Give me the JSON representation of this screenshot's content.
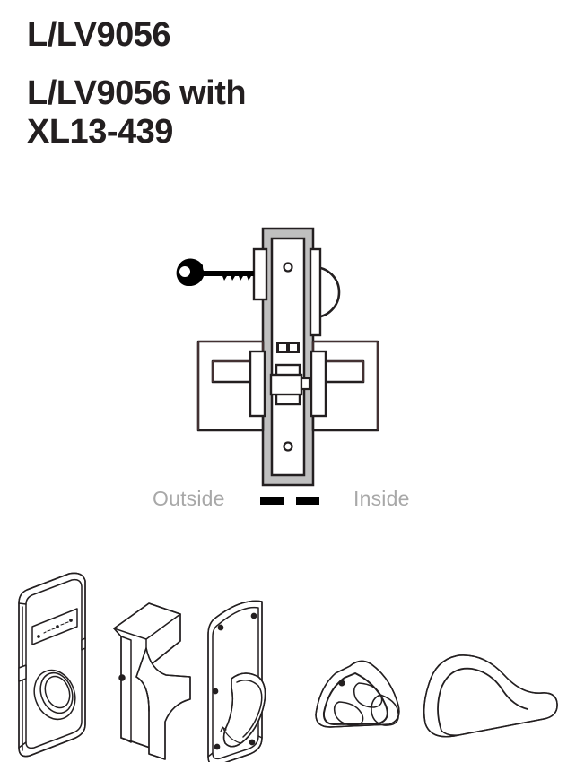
{
  "headings": {
    "primary": "L/LV9056",
    "secondary": "L/LV9056 with\nXL13-439"
  },
  "diagram": {
    "name": "mortise-lock-cross-section",
    "legend": {
      "outside_label": "Outside",
      "inside_label": "Inside",
      "door_edge_dashes": 2
    },
    "components": [
      {
        "name": "key",
        "side": "outside"
      },
      {
        "name": "cylinder",
        "side": "outside"
      },
      {
        "name": "outside-lever",
        "side": "outside"
      },
      {
        "name": "door-edge",
        "side": "center"
      },
      {
        "name": "faceplate",
        "side": "center"
      },
      {
        "name": "deadbolt",
        "side": "center"
      },
      {
        "name": "latch-bolt",
        "side": "center"
      },
      {
        "name": "thumbturn",
        "side": "inside"
      },
      {
        "name": "inside-lever",
        "side": "inside"
      }
    ]
  },
  "hardware": {
    "items": [
      {
        "name": "escutcheon-with-indicator-and-cylinder"
      },
      {
        "name": "lever-on-escutcheon"
      },
      {
        "name": "trim-plate-with-lever"
      },
      {
        "name": "lever-rose-end-view"
      },
      {
        "name": "lever-handle"
      }
    ]
  },
  "colors": {
    "text": "#231f20",
    "legend_text": "#a8a8a8",
    "door_edge_gray": "#bfbfbf",
    "line": "#231f20",
    "fill_white": "#ffffff"
  }
}
